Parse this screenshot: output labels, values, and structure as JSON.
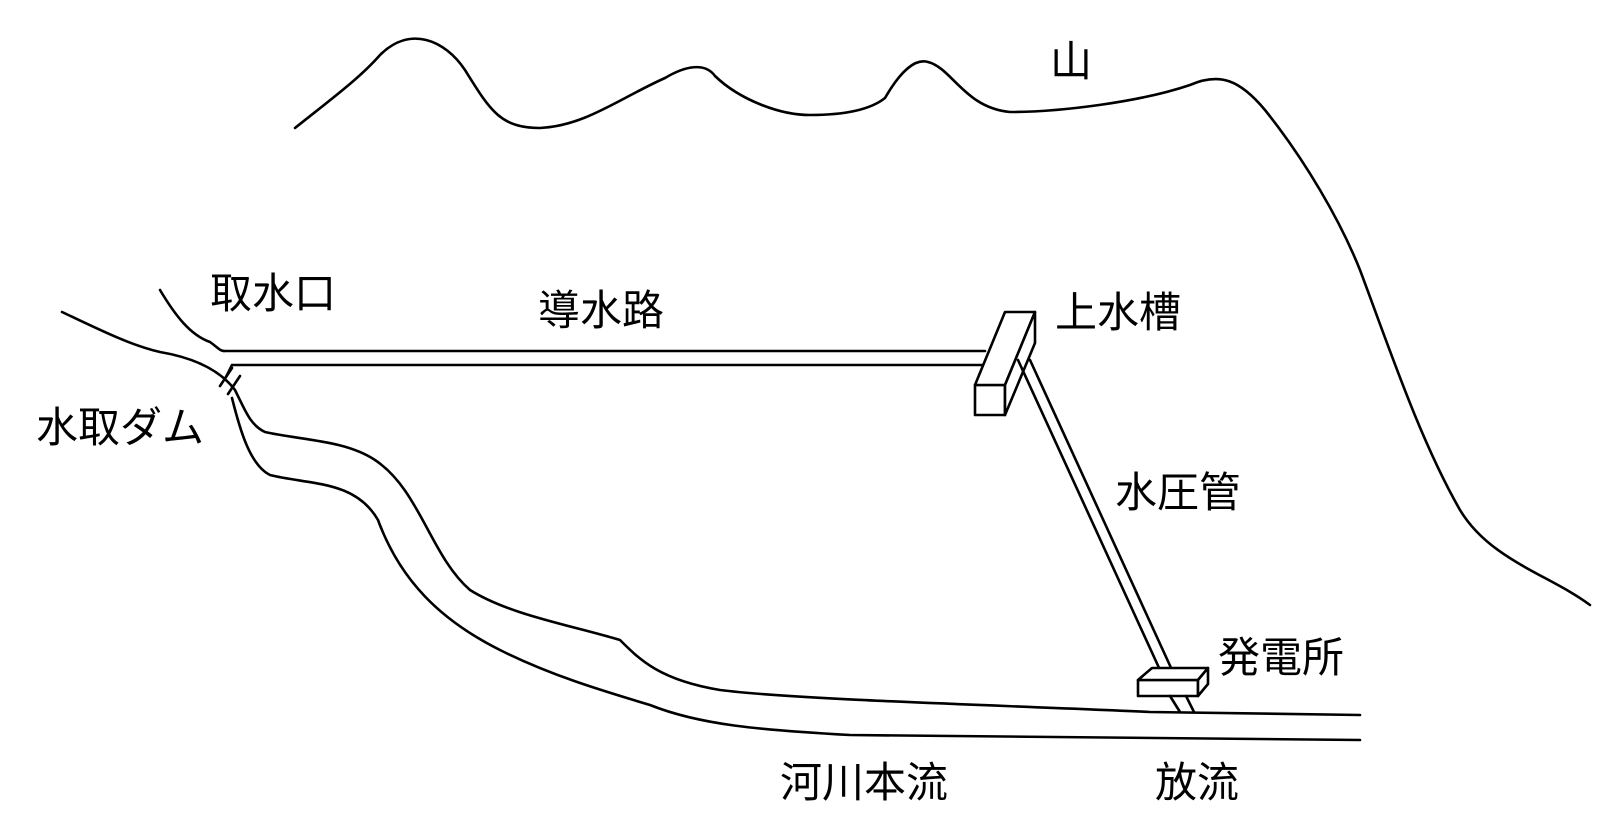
{
  "labels": {
    "mountain": "山",
    "intake": "取水口",
    "headrace": "導水路",
    "head_tank": "上水槽",
    "intake_dam": "水取ダム",
    "penstock": "水圧管",
    "power_station": "発電所",
    "main_river": "河川本流",
    "discharge": "放流"
  },
  "colors": {
    "line": "#000000",
    "background": "#ffffff"
  }
}
